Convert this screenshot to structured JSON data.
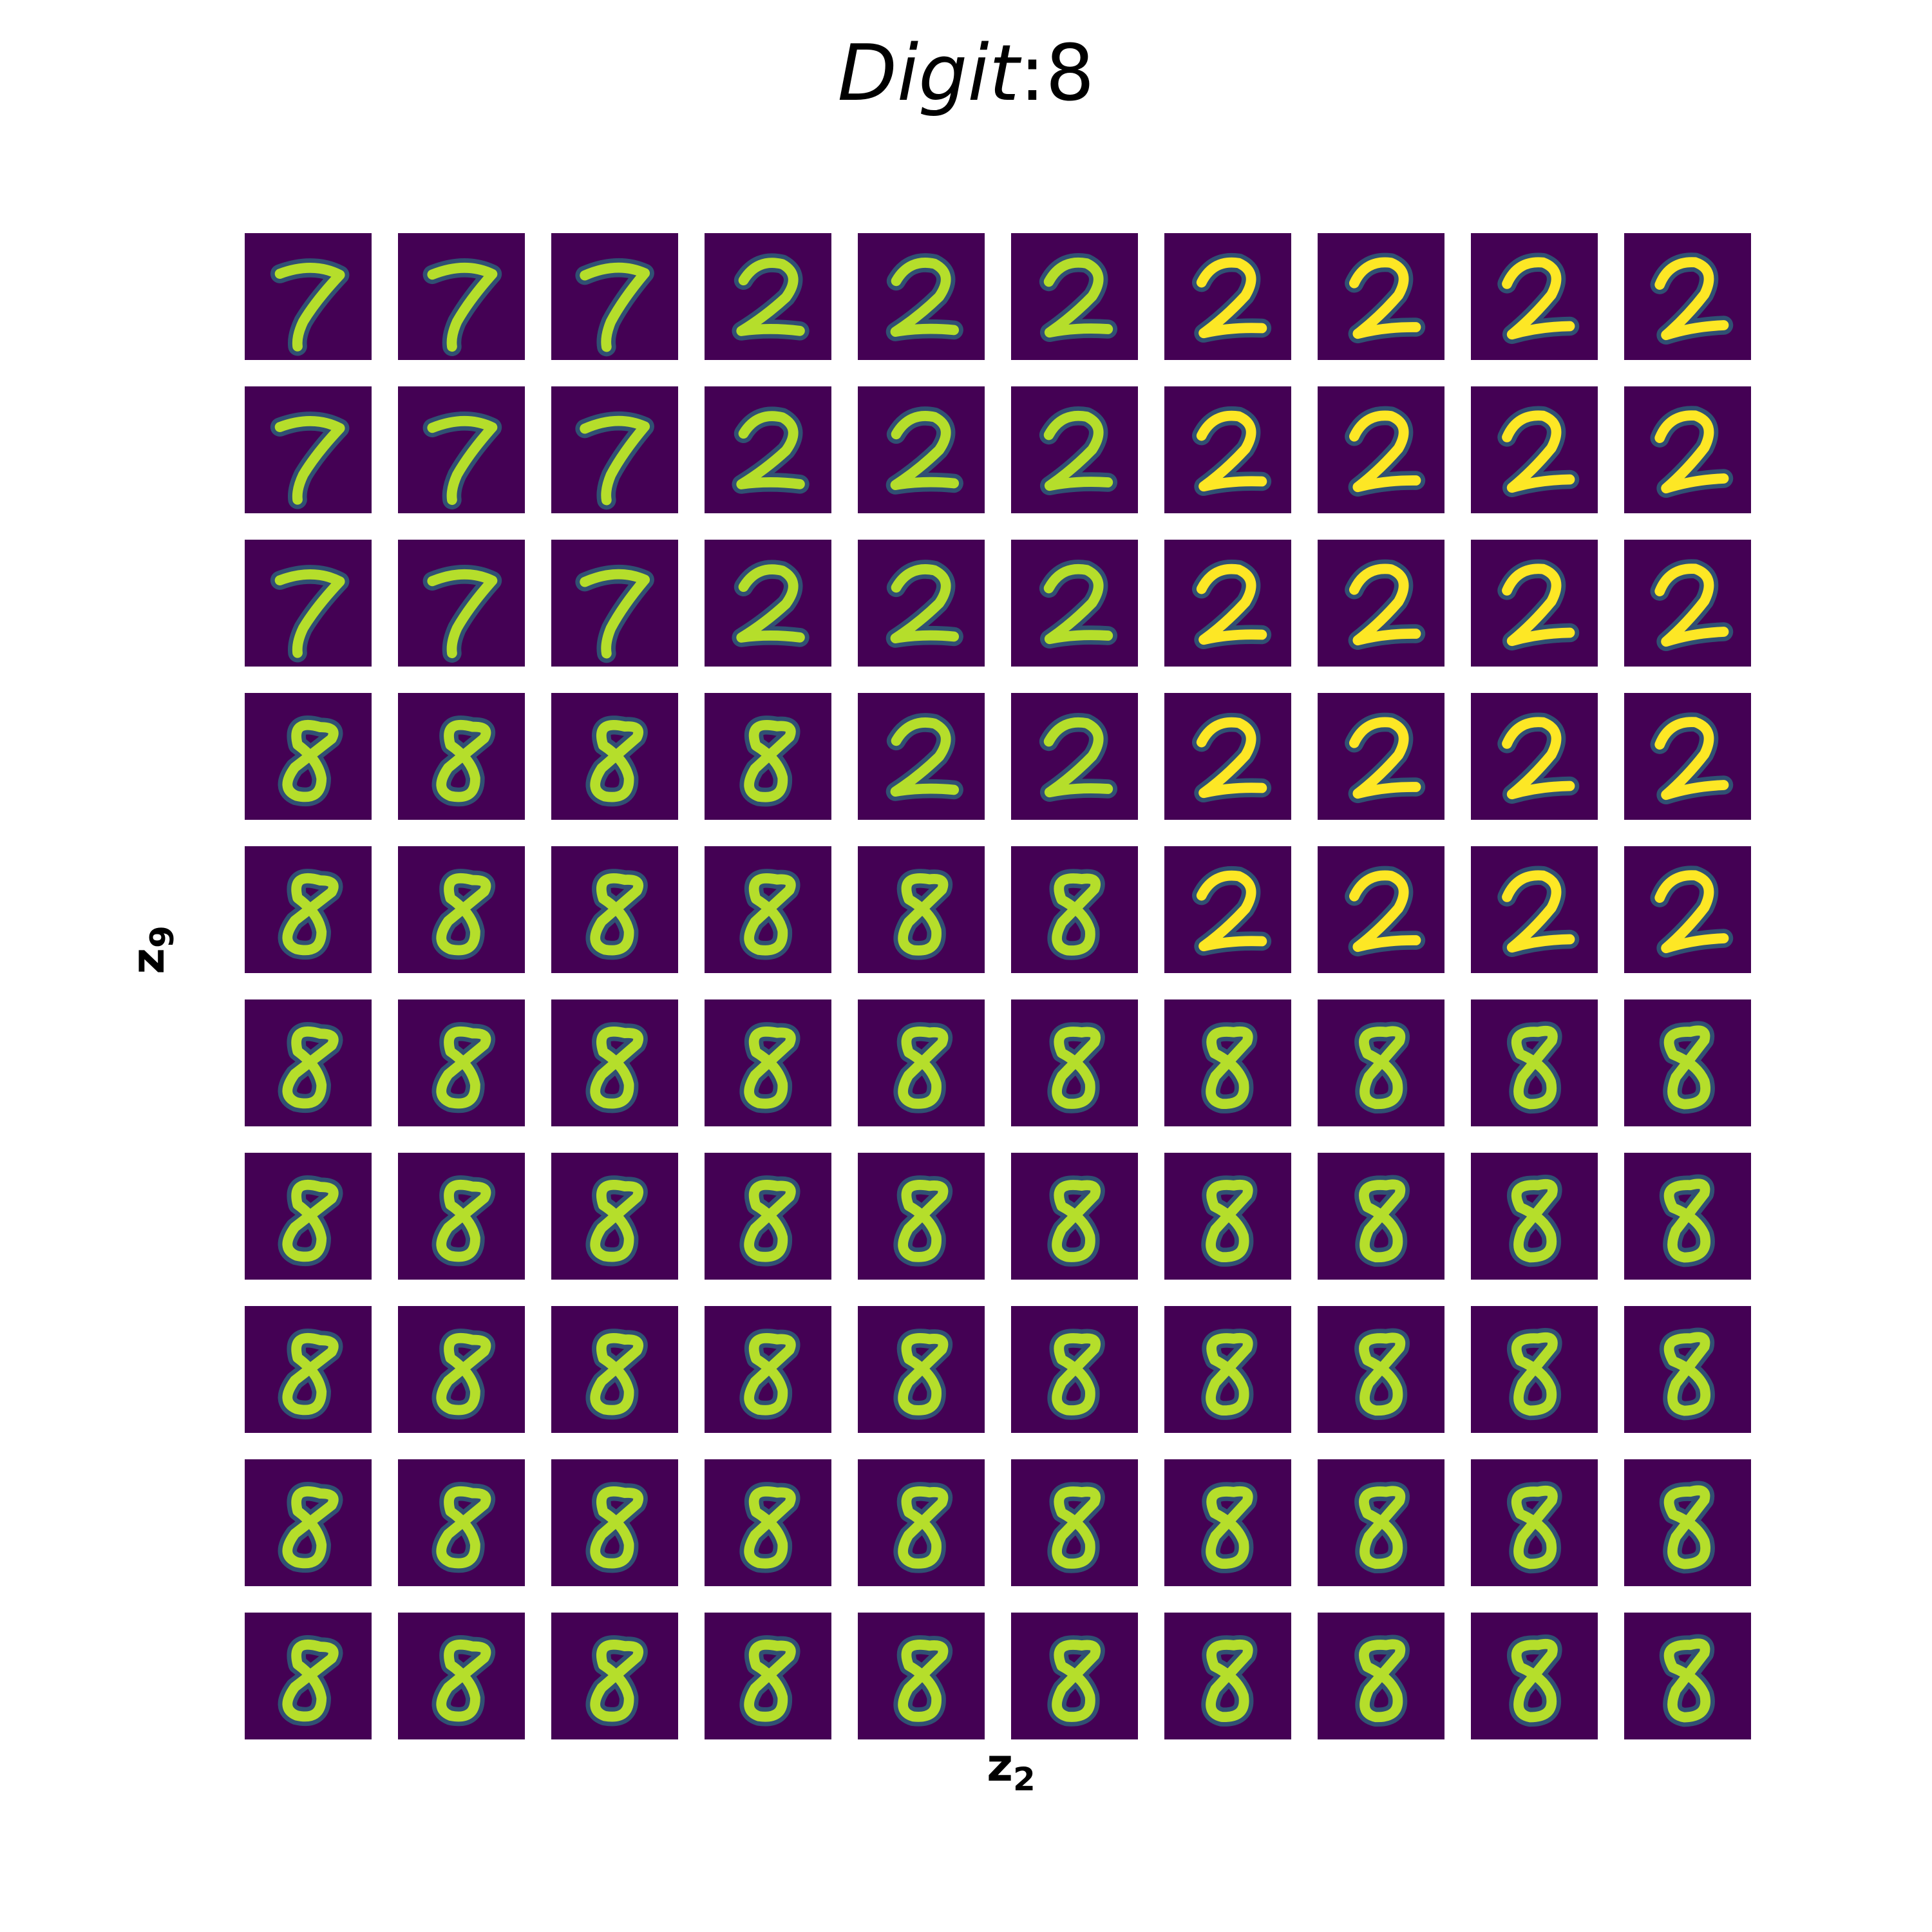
{
  "chart_data": {
    "type": "image_grid",
    "title": {
      "prefix": "Digit",
      "separator": ":",
      "value": "8"
    },
    "xlabel": {
      "base": "z",
      "subscript": "2"
    },
    "ylabel": {
      "base": "z",
      "subscript": "9"
    },
    "grid": {
      "rows": 10,
      "cols": 10
    },
    "colormap": "viridis",
    "background_color": "#440154",
    "stroke_colors": [
      "#fde725",
      "#b5de2b",
      "#35b779",
      "#21918c"
    ],
    "cells": [
      [
        "7",
        "7",
        "7",
        "2",
        "2",
        "2",
        "2",
        "2",
        "2",
        "2"
      ],
      [
        "7",
        "7",
        "7",
        "2",
        "2",
        "2",
        "2",
        "2",
        "2",
        "2"
      ],
      [
        "7",
        "7",
        "7",
        "2",
        "2",
        "2",
        "2",
        "2",
        "2",
        "2"
      ],
      [
        "8",
        "8",
        "8",
        "8",
        "2",
        "2",
        "2",
        "2",
        "2",
        "2"
      ],
      [
        "8",
        "8",
        "8",
        "8",
        "8",
        "8",
        "2",
        "2",
        "2",
        "2"
      ],
      [
        "8",
        "8",
        "8",
        "8",
        "8",
        "8",
        "8",
        "8",
        "8",
        "8"
      ],
      [
        "8",
        "8",
        "8",
        "8",
        "8",
        "8",
        "8",
        "8",
        "8",
        "8"
      ],
      [
        "8",
        "8",
        "8",
        "8",
        "8",
        "8",
        "8",
        "8",
        "8",
        "8"
      ],
      [
        "8",
        "8",
        "8",
        "8",
        "8",
        "8",
        "8",
        "8",
        "8",
        "8"
      ],
      [
        "8",
        "8",
        "8",
        "8",
        "8",
        "8",
        "8",
        "8",
        "8",
        "8"
      ]
    ]
  }
}
